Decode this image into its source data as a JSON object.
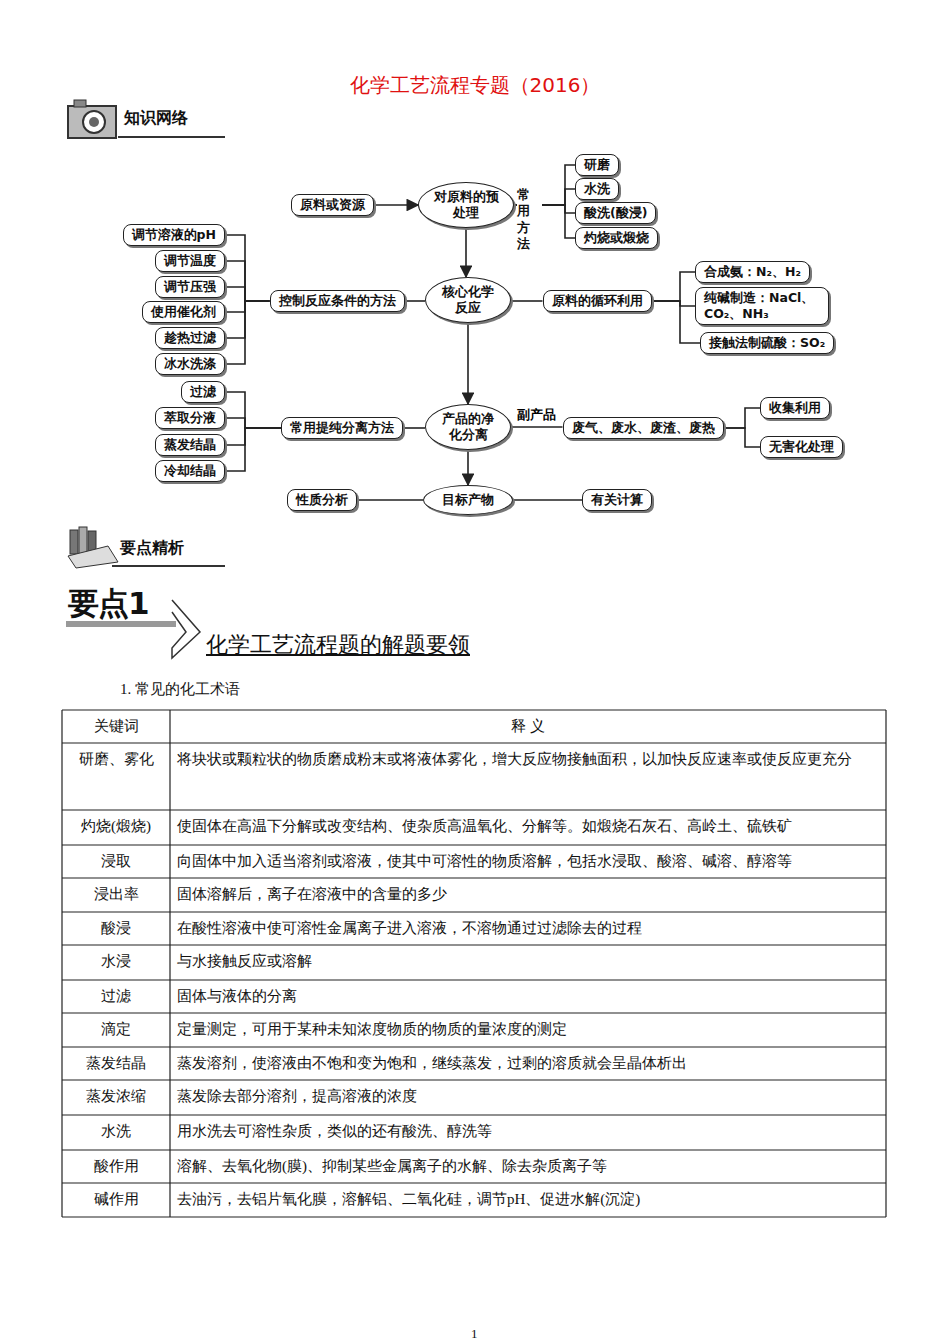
{
  "diagram": {
    "title": "化学工艺流程专题（2016）",
    "nodes": [
      {
        "text": [
          "原料或资源"
        ]
      },
      {
        "text": [
          "对原料的预处理"
        ]
      },
      {
        "text": [
          "研磨"
        ]
      },
      {
        "text": [
          "水洗"
        ]
      },
      {
        "text": [
          "酸洗(酸浸)"
        ]
      },
      {
        "text": [
          "灼烧或煅烧"
        ]
      },
      {
        "text": [
          "调节溶液的pH"
        ]
      },
      {
        "text": [
          "调节温度"
        ]
      },
      {
        "text": [
          "调节压强"
        ]
      },
      {
        "text": [
          "使用催化剂"
        ]
      },
      {
        "text": [
          "趁热过滤"
        ]
      },
      {
        "text": [
          "冰水洗涤"
        ]
      },
      {
        "text": [
          "控制反应条件的方法"
        ]
      },
      {
        "text": [
          "核心化学反应"
        ]
      },
      {
        "text": [
          "原料的循环利用"
        ]
      },
      {
        "text": [
          "合成氨：N₂、H₂"
        ]
      },
      {
        "text": [
          "纯碱制造：NaCl、CO₂、NH₃"
        ]
      },
      {
        "text": [
          "接触法制硫酸：SO₂"
        ]
      },
      {
        "text": [
          "过滤"
        ]
      },
      {
        "text": [
          "萃取分液"
        ]
      },
      {
        "text": [
          "蒸发结晶"
        ]
      },
      {
        "text": [
          "冷却结晶"
        ]
      },
      {
        "text": [
          "常用提纯分离方法"
        ]
      },
      {
        "text": [
          "产品的净化分离"
        ]
      },
      {
        "text": [
          "废气、废水、废渣、废热"
        ]
      },
      {
        "text": [
          "收集利用"
        ]
      },
      {
        "text": [
          "无害化处理"
        ]
      },
      {
        "text": [
          "性质分析"
        ]
      },
      {
        "text": [
          "目标产物"
        ]
      },
      {
        "text": [
          "有关计算"
        ]
      }
    ],
    "edges": [
      {
        "from": 0,
        "to": 1,
        "arrow": "to"
      },
      {
        "from": 1,
        "to": 2,
        "arrow": "none"
      },
      {
        "from": 1,
        "to": 3,
        "arrow": "none"
      },
      {
        "from": 1,
        "to": 4,
        "arrow": "none"
      },
      {
        "from": 1,
        "to": 5,
        "arrow": "none"
      },
      {
        "from": 1,
        "to": 13,
        "arrow": "to"
      },
      {
        "from": 12,
        "to": 6,
        "arrow": "none"
      },
      {
        "from": 12,
        "to": 7,
        "arrow": "none"
      },
      {
        "from": 12,
        "to": 8,
        "arrow": "none"
      },
      {
        "from": 12,
        "to": 9,
        "arrow": "none"
      },
      {
        "from": 12,
        "to": 10,
        "arrow": "none"
      },
      {
        "from": 12,
        "to": 11,
        "arrow": "none"
      },
      {
        "from": 12,
        "to": 13,
        "arrow": "none"
      },
      {
        "from": 14,
        "to": 13,
        "arrow": "none"
      },
      {
        "from": 14,
        "to": 15,
        "arrow": "none"
      },
      {
        "from": 14,
        "to": 16,
        "arrow": "none"
      },
      {
        "from": 14,
        "to": 17,
        "arrow": "none"
      },
      {
        "from": 13,
        "to": 23,
        "arrow": "to"
      },
      {
        "from": 22,
        "to": 18,
        "arrow": "none"
      },
      {
        "from": 22,
        "to": 19,
        "arrow": "none"
      },
      {
        "from": 22,
        "to": 20,
        "arrow": "none"
      },
      {
        "from": 22,
        "to": 21,
        "arrow": "none"
      },
      {
        "from": 22,
        "to": 23,
        "arrow": "none"
      },
      {
        "from": 23,
        "to": 24,
        "label": "副产品",
        "arrow": "none"
      },
      {
        "from": 24,
        "to": 25,
        "arrow": "none"
      },
      {
        "from": 24,
        "to": 26,
        "arrow": "none"
      },
      {
        "from": 23,
        "to": 28,
        "arrow": "to"
      },
      {
        "from": 27,
        "to": 28,
        "arrow": "none"
      },
      {
        "from": 28,
        "to": 29,
        "arrow": "none"
      }
    ],
    "labels": [
      "知识网络",
      "常用方法",
      "要点精析",
      "要点1",
      "化学工艺流程题的解题要领",
      "1. 常见的化工术语",
      "关键词",
      "释 义",
      "研磨、雾化",
      "将块状或颗粒状的物质磨成粉末或将液体雾化，增大反应物接触面积，以加快反应速率或使反应更充分",
      "灼烧(煅烧)",
      "使固体在高温下分解或改变结构、使杂质高温氧化、分解等。如煅烧石灰石、高岭土、硫铁矿",
      "浸取",
      "向固体中加入适当溶剂或溶液，使其中可溶性的物质溶解，包括水浸取、酸溶、碱溶、醇溶等",
      "浸出率",
      "固体溶解后，离子在溶液中的含量的多少",
      "酸浸",
      "在酸性溶液中使可溶性金属离子进入溶液，不溶物通过过滤除去的过程",
      "水浸",
      "与水接触反应或溶解",
      "过滤",
      "固体与液体的分离",
      "滴定",
      "定量测定，可用于某种未知浓度物质的物质的量浓度的测定",
      "蒸发结晶",
      "蒸发溶剂，使溶液由不饱和变为饱和，继续蒸发，过剩的溶质就会呈晶体析出",
      "蒸发浓缩",
      "蒸发除去部分溶剂，提高溶液的浓度",
      "水洗",
      "用水洗去可溶性杂质，类似的还有酸洗、醇洗等",
      "酸作用",
      "溶解、去氧化物(膜)、抑制某些金属离子的水解、除去杂质离子等",
      "碱作用",
      "去油污，去铝片氧化膜，溶解铝、二氧化硅，调节pH、促进水解(沉淀)",
      "1"
    ]
  }
}
